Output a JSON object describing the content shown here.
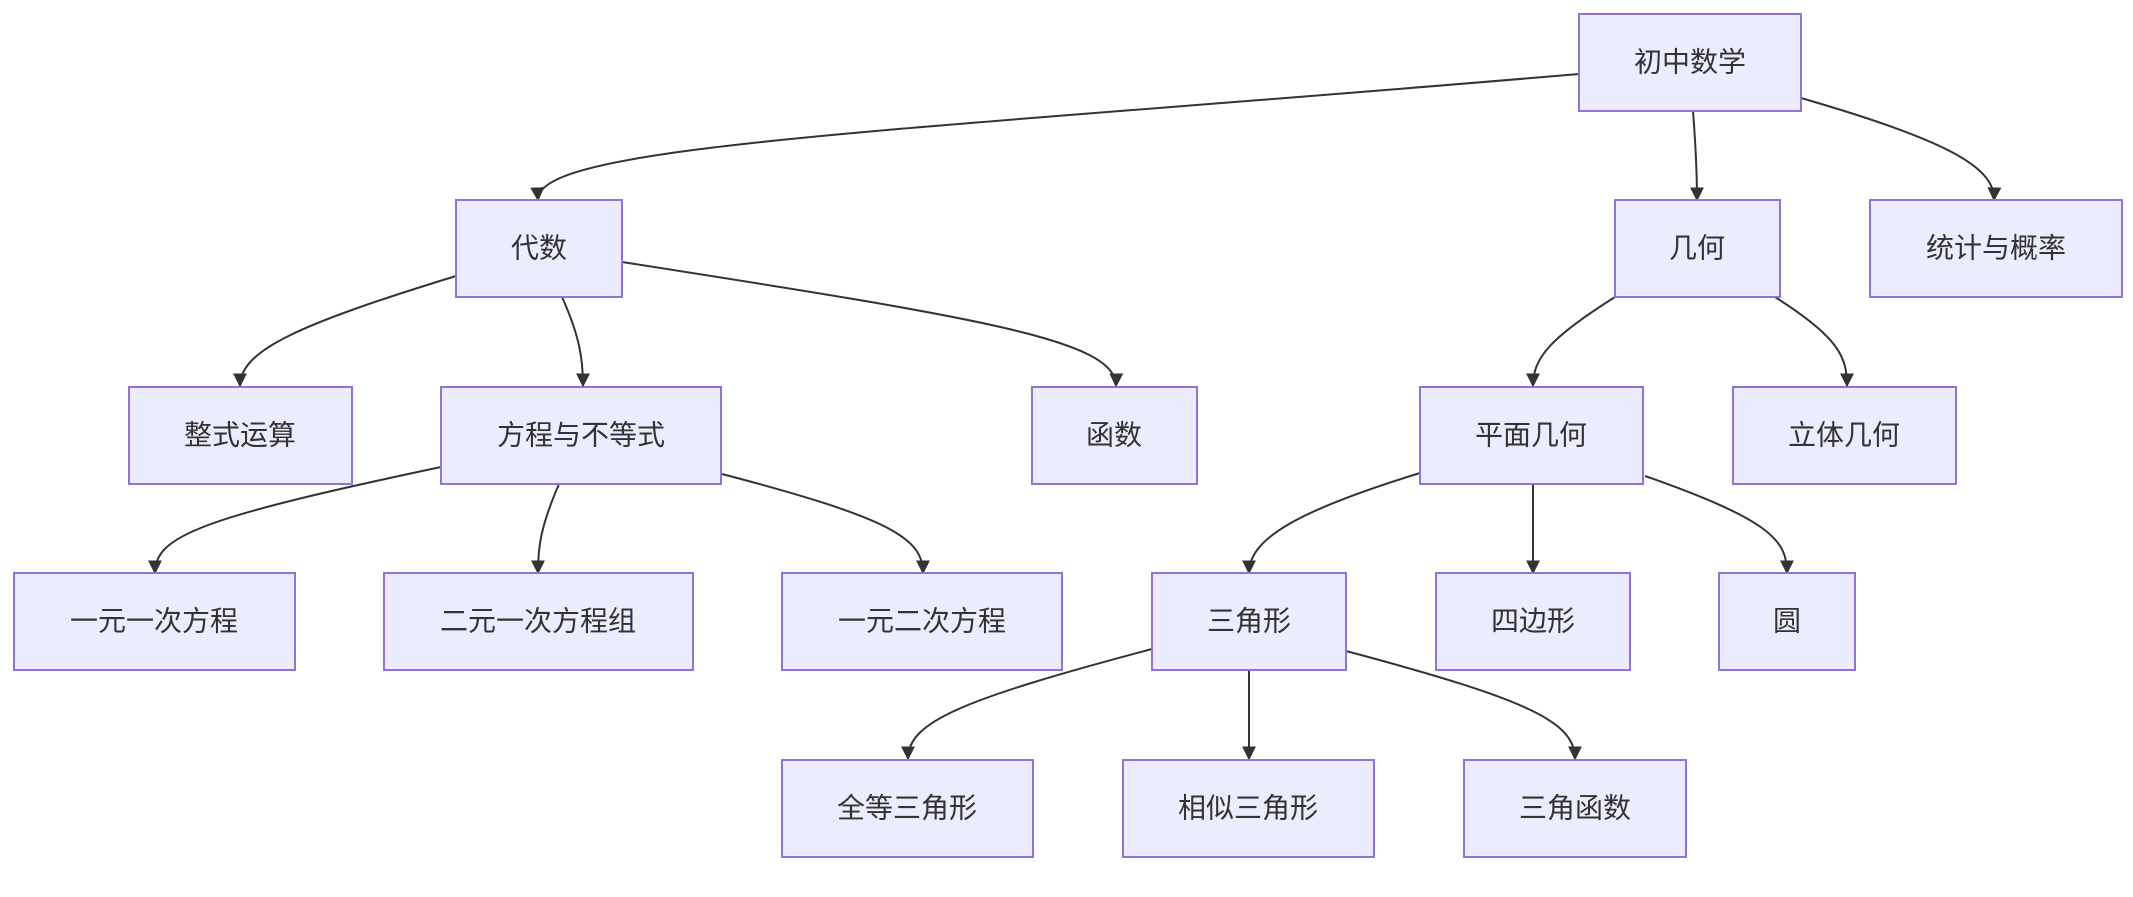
{
  "diagram": {
    "nodes": {
      "root": "初中数学",
      "algebra": "代数",
      "geometry": "几何",
      "stats": "统计与概率",
      "polynomial": "整式运算",
      "equations": "方程与不等式",
      "functions": "函数",
      "plane": "平面几何",
      "solid": "立体几何",
      "linear1": "一元一次方程",
      "system2": "二元一次方程组",
      "quadratic": "一元二次方程",
      "triangle": "三角形",
      "quadrilateral": "四边形",
      "circle": "圆",
      "congruent": "全等三角形",
      "similar": "相似三角形",
      "trig": "三角函数"
    },
    "edges": [
      {
        "from": "root",
        "to": "algebra"
      },
      {
        "from": "root",
        "to": "geometry"
      },
      {
        "from": "root",
        "to": "stats"
      },
      {
        "from": "algebra",
        "to": "polynomial"
      },
      {
        "from": "algebra",
        "to": "equations"
      },
      {
        "from": "algebra",
        "to": "functions"
      },
      {
        "from": "geometry",
        "to": "plane"
      },
      {
        "from": "geometry",
        "to": "solid"
      },
      {
        "from": "equations",
        "to": "linear1"
      },
      {
        "from": "equations",
        "to": "system2"
      },
      {
        "from": "equations",
        "to": "quadratic"
      },
      {
        "from": "plane",
        "to": "triangle"
      },
      {
        "from": "plane",
        "to": "quadrilateral"
      },
      {
        "from": "plane",
        "to": "circle"
      },
      {
        "from": "triangle",
        "to": "congruent"
      },
      {
        "from": "triangle",
        "to": "similar"
      },
      {
        "from": "triangle",
        "to": "trig"
      }
    ]
  }
}
